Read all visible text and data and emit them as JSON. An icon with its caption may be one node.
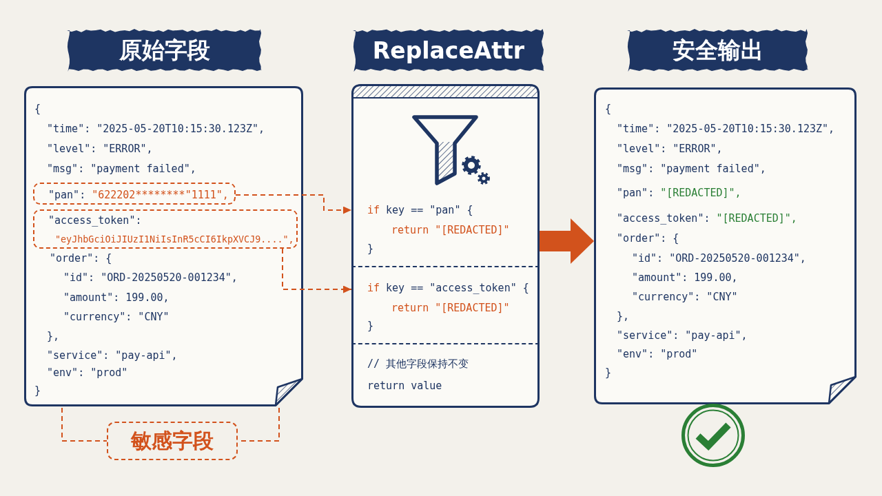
{
  "diagram": {
    "nodes": [
      {
        "text": [
          "原始字段"
        ]
      },
      {
        "text": [
          "{",
          "\"time\": \"2025-05-20T10:15:30.123Z\",",
          "\"level\": \"ERROR\",",
          "\"msg\": \"payment failed\",",
          "\"order\": {",
          "\"id\": \"ORD-20250520-001234\",",
          "\"amount\": 199.00,",
          "\"currency\": \"CNY\"",
          "},",
          "\"service\": \"pay-api\",",
          "\"env\": \"prod\"",
          "}"
        ]
      },
      {
        "text": [
          "\"pan\":",
          "\"622202********\"1111\","
        ],
        "in": 1
      },
      {
        "text": [
          "\"access_token\":",
          "\"eyJhbGciOiJIUzI1NiIsInR5cCI6IkpXVCJ9....\","
        ],
        "in": 1
      },
      {
        "text": [
          "敏感字段"
        ]
      },
      {
        "text": [
          "ReplaceAttr"
        ]
      },
      {
        "text": [],
        "shape": "box"
      },
      {
        "text": [
          "if",
          "key == \"pan\" {",
          "return \"[REDACTED]\"",
          "}"
        ],
        "in": 6
      },
      {
        "text": [
          "if",
          "key == \"access_token\" {",
          "return \"[REDACTED]\"",
          "}"
        ],
        "in": 6
      },
      {
        "text": [
          "// 其他字段保持不变",
          "return value"
        ],
        "in": 6
      },
      {
        "text": [
          "安全输出"
        ]
      },
      {
        "text": [
          "{",
          "\"time\": \"2025-05-20T10:15:30.123Z\",",
          "\"level\": \"ERROR\",",
          "\"msg\": \"payment failed\",",
          "\"pan\":",
          "\"[REDACTED]\",",
          "\"access_token\":",
          "\"[REDACTED]\",",
          "\"order\": {",
          "\"id\": \"ORD-20250520-001234\",",
          "\"amount\": 199.00,",
          "\"currency\": \"CNY\"",
          "},",
          "\"service\": \"pay-api\",",
          "\"env\": \"prod\"",
          "}"
        ]
      }
    ],
    "edges": [
      {
        "from": 2,
        "to": 7,
        "arrow": "to",
        "style": "dashed"
      },
      {
        "from": 3,
        "to": 8,
        "arrow": "to",
        "style": "dashed"
      },
      {
        "from": 6,
        "to": 11,
        "arrow": "to",
        "style": "thick"
      }
    ]
  }
}
